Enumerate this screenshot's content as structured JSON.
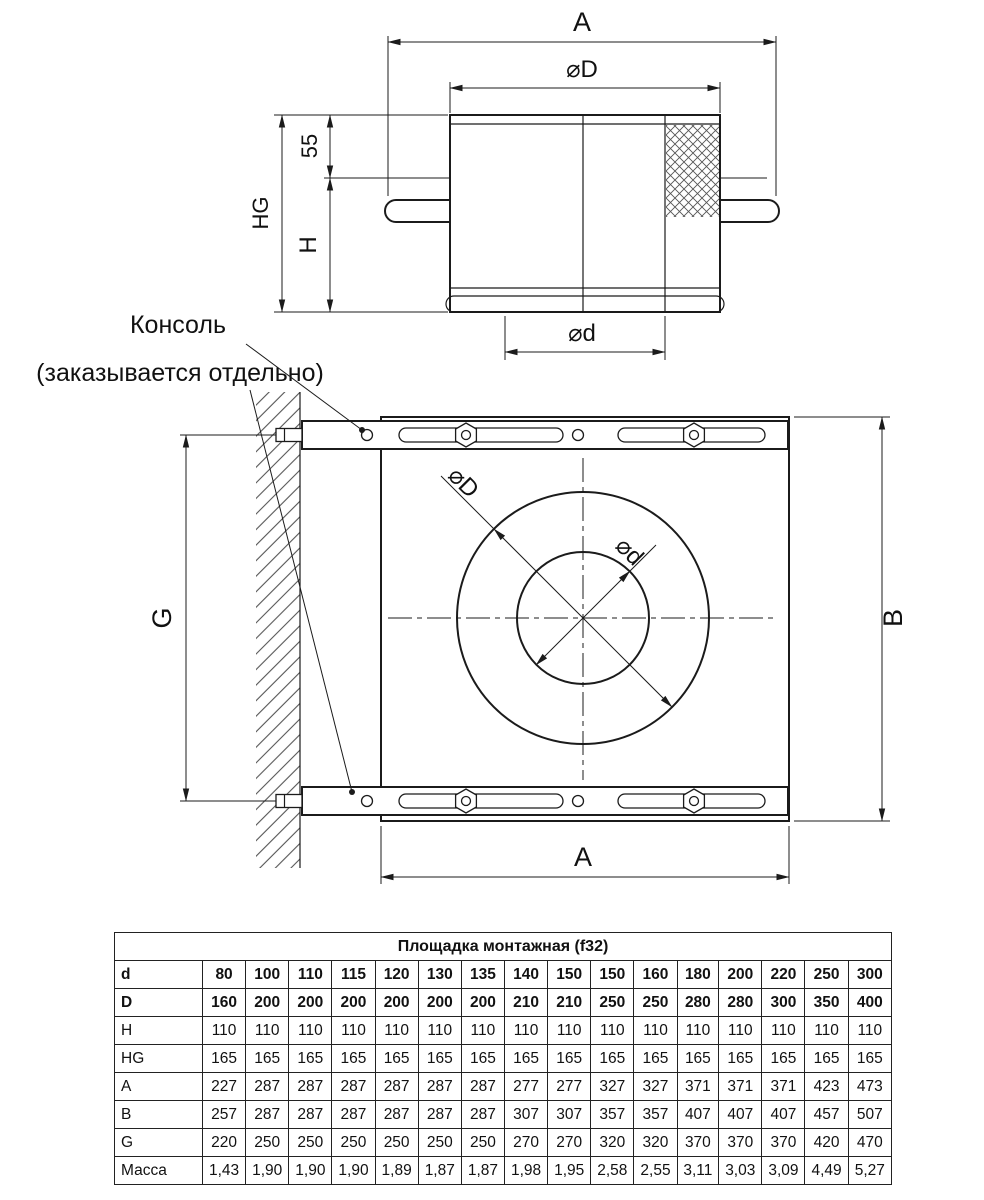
{
  "drawing": {
    "console": {
      "line1": "Консоль",
      "line2": "(заказывается отдельно)"
    },
    "side": {
      "dim_a": "A",
      "dim_D": "⌀D",
      "dim_55": "55",
      "dim_hg": "HG",
      "dim_h": "H",
      "dim_d": "⌀d"
    },
    "plan": {
      "dim_D": "⌀D",
      "dim_d": "⌀d",
      "dim_g": "G",
      "dim_b": "B",
      "dim_a": "A"
    }
  },
  "table": {
    "title": "Площадка монтажная (f32)",
    "rows": [
      {
        "label": "d",
        "bold": true,
        "values": [
          "80",
          "100",
          "110",
          "115",
          "120",
          "130",
          "135",
          "140",
          "150",
          "150",
          "160",
          "180",
          "200",
          "220",
          "250",
          "300"
        ]
      },
      {
        "label": "D",
        "bold": true,
        "values": [
          "160",
          "200",
          "200",
          "200",
          "200",
          "200",
          "200",
          "210",
          "210",
          "250",
          "250",
          "280",
          "280",
          "300",
          "350",
          "400"
        ]
      },
      {
        "label": "H",
        "bold": false,
        "values": [
          "110",
          "110",
          "110",
          "110",
          "110",
          "110",
          "110",
          "110",
          "110",
          "110",
          "110",
          "110",
          "110",
          "110",
          "110",
          "110"
        ]
      },
      {
        "label": "HG",
        "bold": false,
        "values": [
          "165",
          "165",
          "165",
          "165",
          "165",
          "165",
          "165",
          "165",
          "165",
          "165",
          "165",
          "165",
          "165",
          "165",
          "165",
          "165"
        ]
      },
      {
        "label": "A",
        "bold": false,
        "values": [
          "227",
          "287",
          "287",
          "287",
          "287",
          "287",
          "287",
          "277",
          "277",
          "327",
          "327",
          "371",
          "371",
          "371",
          "423",
          "473"
        ]
      },
      {
        "label": "B",
        "bold": false,
        "values": [
          "257",
          "287",
          "287",
          "287",
          "287",
          "287",
          "287",
          "307",
          "307",
          "357",
          "357",
          "407",
          "407",
          "407",
          "457",
          "507"
        ]
      },
      {
        "label": "G",
        "bold": false,
        "values": [
          "220",
          "250",
          "250",
          "250",
          "250",
          "250",
          "250",
          "270",
          "270",
          "320",
          "320",
          "370",
          "370",
          "370",
          "420",
          "470"
        ]
      },
      {
        "label": "Масса",
        "bold": false,
        "values": [
          "1,43",
          "1,90",
          "1,90",
          "1,90",
          "1,89",
          "1,87",
          "1,87",
          "1,98",
          "1,95",
          "2,58",
          "2,55",
          "3,11",
          "3,03",
          "3,09",
          "4,49",
          "5,27"
        ]
      }
    ]
  }
}
